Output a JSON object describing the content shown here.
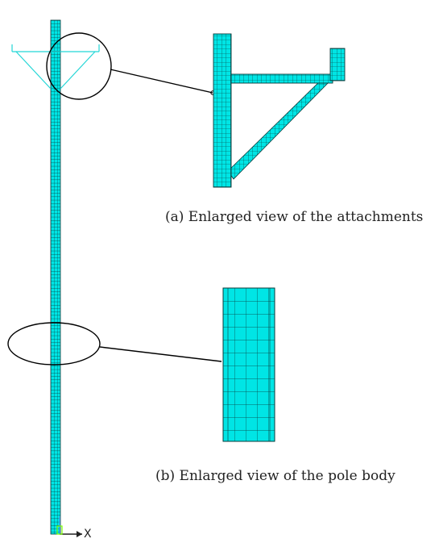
{
  "figure": {
    "caption_a": "(a) Enlarged view of the attachments",
    "caption_b": "(b) Enlarged view of the pole body",
    "axis_label": "X"
  },
  "colors": {
    "mesh_fill": "#00E5E5",
    "mesh_line": "#0A3A3A",
    "callout": "#000000",
    "axis_y": "#4FA8FF",
    "axis_origin": "#7CFC00"
  }
}
